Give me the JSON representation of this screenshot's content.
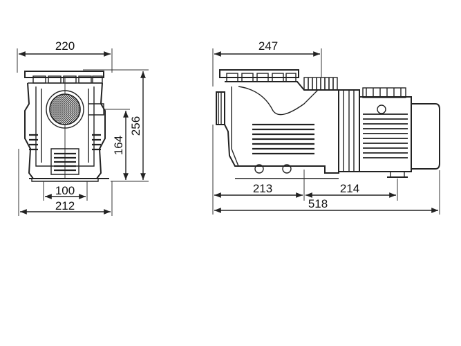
{
  "dimensions": {
    "front_width_top": "220",
    "front_height_total": "256",
    "front_height_axis": "164",
    "front_base_inner": "100",
    "front_base_outer": "212",
    "side_top_length": "247",
    "side_front_segment": "213",
    "side_rear_segment": "214",
    "side_total_length": "518"
  },
  "colors": {
    "line": "#222222",
    "background": "#ffffff"
  }
}
